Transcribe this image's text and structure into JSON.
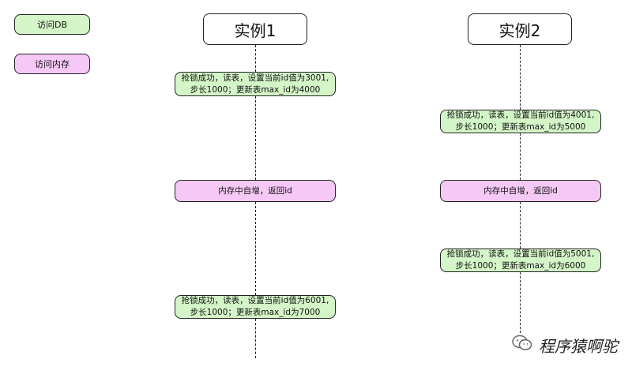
{
  "legend": {
    "db_label": "访问DB",
    "memory_label": "访问内存"
  },
  "instances": [
    {
      "title": "实例1",
      "steps": [
        {
          "type": "db",
          "lines": [
            "抢锁成功，读表，设置当前id值为3001,",
            "步长1000；更新表max_id为4000"
          ]
        },
        {
          "type": "memory",
          "lines": [
            "内存中自增，返回id"
          ]
        },
        {
          "type": "db",
          "lines": [
            "抢锁成功，读表，设置当前id值为6001,",
            "步长1000；更新表max_id为7000"
          ]
        }
      ]
    },
    {
      "title": "实例2",
      "steps": [
        {
          "type": "db",
          "lines": [
            "抢锁成功，读表，设置当前id值为4001,",
            "步长1000；更新表max_id为5000"
          ]
        },
        {
          "type": "memory",
          "lines": [
            "内存中自增，返回id"
          ]
        },
        {
          "type": "db",
          "lines": [
            "抢锁成功，读表，设置当前id值为5001,",
            "步长1000；更新表max_id为6000"
          ]
        }
      ]
    }
  ],
  "watermark": {
    "text": "程序猿啊驼",
    "icon": "wechat-icon"
  },
  "colors": {
    "db_fill": "#d4f5c8",
    "memory_fill": "#f5c8f5",
    "stroke": "#222222"
  }
}
